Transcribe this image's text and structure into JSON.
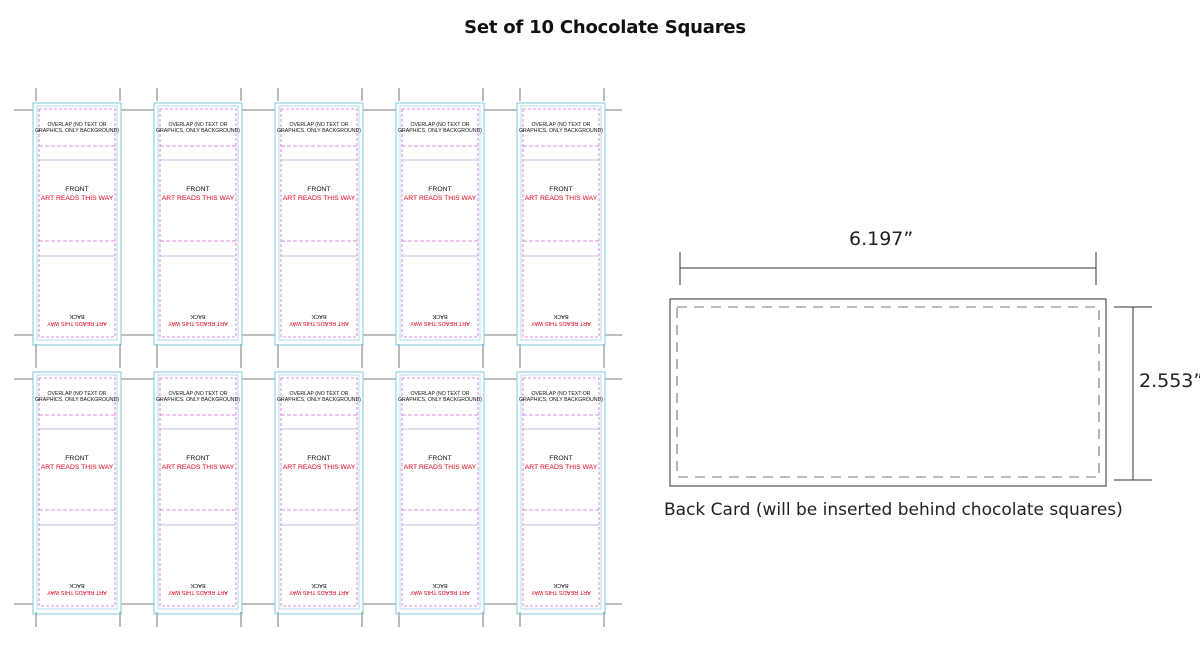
{
  "title": "Set of 10 Chocolate Squares",
  "template": {
    "overlap_label": [
      "OVERLAP (NO TEXT OR",
      "GRAPHICS, ONLY BACKGROUND)"
    ],
    "front_label": "FRONT",
    "art_direction_label": "ART READS THIS WAY",
    "back_label": "BACK",
    "rows": 2,
    "columns": 5
  },
  "back_card": {
    "width_label": "6.197”",
    "height_label": "2.553”",
    "caption": "Back Card (will be inserted behind chocolate squares)"
  },
  "colors": {
    "trim": "#7ecbdc",
    "safe_zone": "#d26ad6",
    "art_text": "#e0001b",
    "crop_marks": "#555555"
  }
}
